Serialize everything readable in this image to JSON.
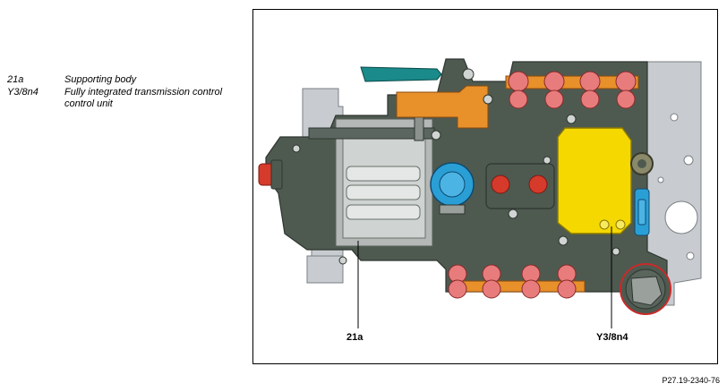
{
  "legend": [
    {
      "code": "21a",
      "desc": "Supporting body"
    },
    {
      "code": "Y3/8n4",
      "desc": "Fully integrated transmission control control unit"
    }
  ],
  "callouts": {
    "supporting_body": "21a",
    "control_unit": "Y3/8n4"
  },
  "figure_ref": "P27.19-2340-76",
  "colors": {
    "body": "#4e5a50",
    "plate": "#c8ccd0",
    "control_unit": "#f4d800",
    "solenoid": "#e87c7c",
    "bracket": "#e8902a",
    "blue_part": "#2a9fd6",
    "red_plug": "#d63a2a",
    "teal_lever": "#1a8a8a"
  }
}
